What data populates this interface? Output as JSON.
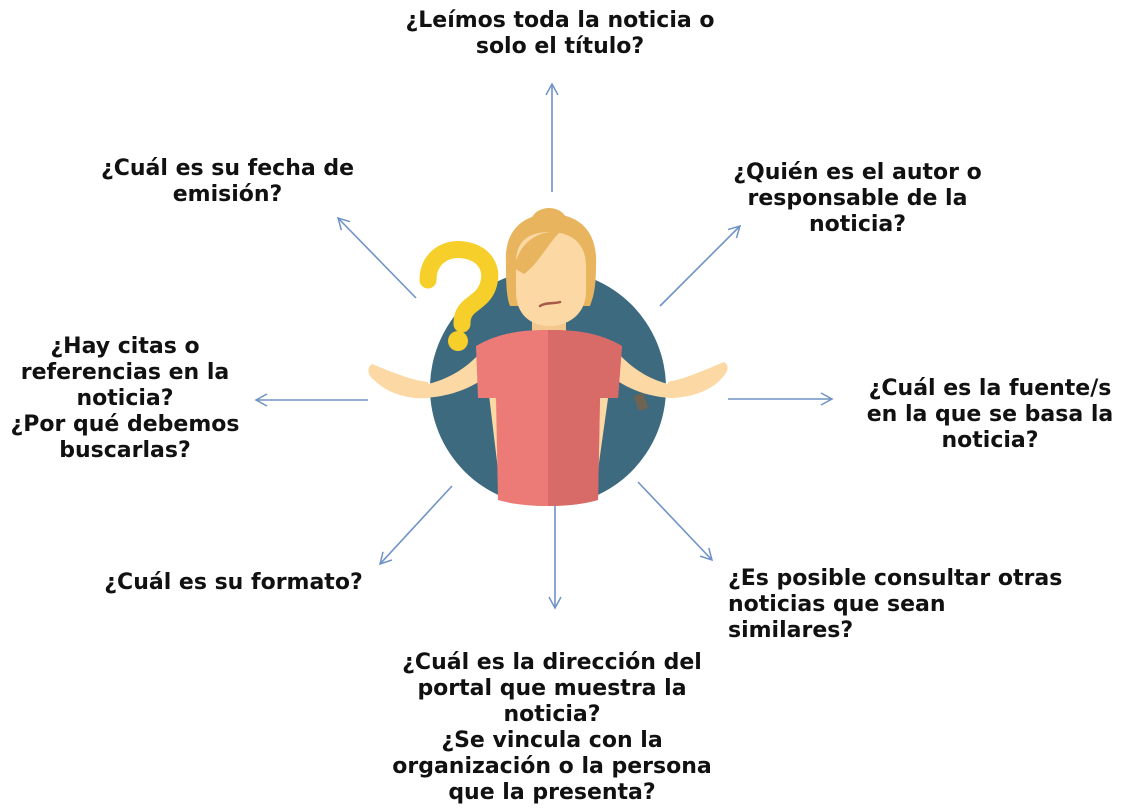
{
  "questions": {
    "top": "¿Leímos toda la noticia o\nsolo el título?",
    "top_left": "¿Cuál es su fecha de\nemisión?",
    "top_right": "¿Quién es el autor o\nresponsable de la\nnoticia?",
    "left": "¿Hay citas o\nreferencias en la\nnoticia?\n¿Por qué debemos\nbuscarlas?",
    "right": "¿Cuál es la fuente/s\nen la que se basa la\nnoticia?",
    "bottom_left": "¿Cuál es su formato?",
    "bottom_right": "¿Es posible consultar otras\n noticias que sean\nsimilares?",
    "bottom": "¿Cuál es la dirección del\nportal que muestra la\nnoticia?\n¿Se vincula con la\norganización o la persona\nque la presenta?"
  },
  "colors": {
    "text": "#111111",
    "arrow": "#6f93c6",
    "circle": "#3d6a7f",
    "shirt": "#ec7b78",
    "shirt_shadow": "#d86a67",
    "skin": "#fbd8a4",
    "hair": "#e8b45e",
    "question_mark": "#f6cf2a"
  },
  "icons": {
    "center": "confused-woman-shrugging-icon",
    "question": "question-mark-icon"
  }
}
